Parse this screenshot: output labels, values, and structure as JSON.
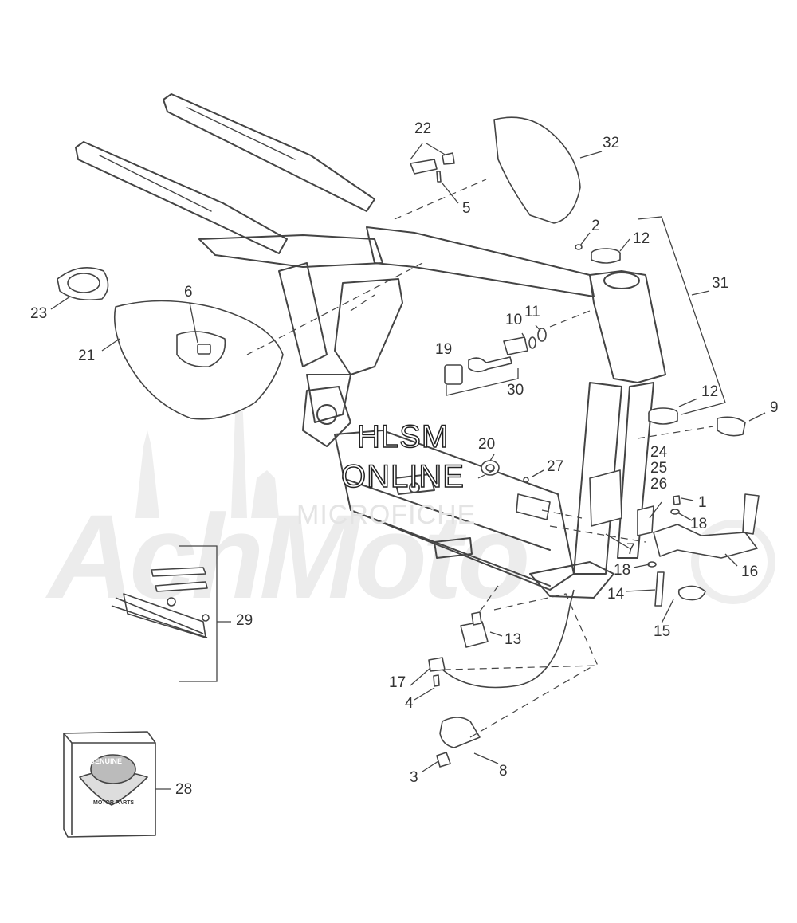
{
  "watermark": {
    "line1": "HLSM",
    "line2": "ONLINE",
    "line3": "MICROFICHE",
    "brand": "AchMoto"
  },
  "package_label": {
    "badge_text": "GENUINE",
    "footer_text": "MOTOR PARTS"
  },
  "callouts": [
    {
      "id": "c22",
      "label": "22"
    },
    {
      "id": "c32",
      "label": "32"
    },
    {
      "id": "c5",
      "label": "5"
    },
    {
      "id": "c2",
      "label": "2"
    },
    {
      "id": "c12a",
      "label": "12"
    },
    {
      "id": "c31",
      "label": "31"
    },
    {
      "id": "c6",
      "label": "6"
    },
    {
      "id": "c23",
      "label": "23"
    },
    {
      "id": "c21",
      "label": "21"
    },
    {
      "id": "c10",
      "label": "10"
    },
    {
      "id": "c11",
      "label": "11"
    },
    {
      "id": "c19",
      "label": "19"
    },
    {
      "id": "c30",
      "label": "30"
    },
    {
      "id": "c12b",
      "label": "12"
    },
    {
      "id": "c9",
      "label": "9"
    },
    {
      "id": "c20",
      "label": "20"
    },
    {
      "id": "c27",
      "label": "27"
    },
    {
      "id": "c24",
      "label": "24"
    },
    {
      "id": "c25",
      "label": "25"
    },
    {
      "id": "c26",
      "label": "26"
    },
    {
      "id": "c1",
      "label": "1"
    },
    {
      "id": "c18a",
      "label": "18"
    },
    {
      "id": "c7",
      "label": "7"
    },
    {
      "id": "c16",
      "label": "16"
    },
    {
      "id": "c18b",
      "label": "18"
    },
    {
      "id": "c14",
      "label": "14"
    },
    {
      "id": "c15",
      "label": "15"
    },
    {
      "id": "c29",
      "label": "29"
    },
    {
      "id": "c13",
      "label": "13"
    },
    {
      "id": "c17",
      "label": "17"
    },
    {
      "id": "c4",
      "label": "4"
    },
    {
      "id": "c8",
      "label": "8"
    },
    {
      "id": "c3",
      "label": "3"
    },
    {
      "id": "c28",
      "label": "28"
    }
  ]
}
